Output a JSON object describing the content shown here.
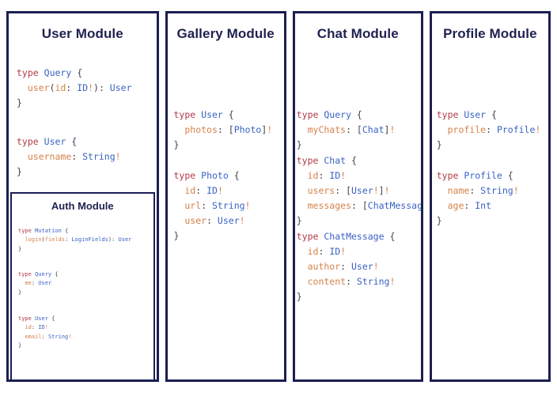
{
  "board": {
    "background": "#ffffff",
    "border_color": "#1b1f52"
  },
  "theme": {
    "heading_color": "#1f2150",
    "keyword_color": "#b23a48",
    "typename_color": "#3a62c4",
    "field_color": "#d4824a",
    "punctuation_color": "#41414c"
  },
  "panels": [
    {
      "id": "user",
      "title": "User Module",
      "blocks": [
        {
          "id": "user-query",
          "lines": [
            [
              [
                "kw",
                "type"
              ],
              [
                "pn",
                " "
              ],
              [
                "tn",
                "Query"
              ],
              [
                "pn",
                " {"
              ]
            ],
            [
              [
                "pn",
                "  "
              ],
              [
                "fld",
                "user"
              ],
              [
                "pn",
                "("
              ],
              [
                "fld",
                "id"
              ],
              [
                "pn",
                ": "
              ],
              [
                "tn",
                "ID"
              ],
              [
                "bang",
                "!"
              ],
              [
                "pn",
                "): "
              ],
              [
                "tn",
                "User"
              ]
            ],
            [
              [
                "pn",
                "}"
              ]
            ]
          ]
        },
        {
          "id": "user-type",
          "lines": [
            [
              [
                "kw",
                "type"
              ],
              [
                "pn",
                " "
              ],
              [
                "tn",
                "User"
              ],
              [
                "pn",
                " {"
              ]
            ],
            [
              [
                "pn",
                "  "
              ],
              [
                "fld",
                "username"
              ],
              [
                "pn",
                ": "
              ],
              [
                "tn",
                "String"
              ],
              [
                "bang",
                "!"
              ]
            ],
            [
              [
                "pn",
                "}"
              ]
            ]
          ]
        }
      ],
      "subpanel": {
        "id": "auth",
        "title": "Auth Module",
        "blocks": [
          {
            "id": "auth-mutation",
            "lines": [
              [
                [
                  "kw",
                  "type"
                ],
                [
                  "pn",
                  " "
                ],
                [
                  "tn",
                  "Mutation"
                ],
                [
                  "pn",
                  " {"
                ]
              ],
              [
                [
                  "pn",
                  "  "
                ],
                [
                  "fld",
                  "login"
                ],
                [
                  "pn",
                  "("
                ],
                [
                  "fld",
                  "fields"
                ],
                [
                  "pn",
                  ": "
                ],
                [
                  "tn",
                  "LoginFields"
                ],
                [
                  "pn",
                  "): "
                ],
                [
                  "tn",
                  "User"
                ]
              ],
              [
                [
                  "pn",
                  "}"
                ]
              ]
            ]
          },
          {
            "id": "auth-query",
            "lines": [
              [
                [
                  "kw",
                  "type"
                ],
                [
                  "pn",
                  " "
                ],
                [
                  "tn",
                  "Query"
                ],
                [
                  "pn",
                  " {"
                ]
              ],
              [
                [
                  "pn",
                  "  "
                ],
                [
                  "fld",
                  "me"
                ],
                [
                  "pn",
                  ": "
                ],
                [
                  "tn",
                  "User"
                ]
              ],
              [
                [
                  "pn",
                  "}"
                ]
              ]
            ]
          },
          {
            "id": "auth-user",
            "lines": [
              [
                [
                  "kw",
                  "type"
                ],
                [
                  "pn",
                  " "
                ],
                [
                  "tn",
                  "User"
                ],
                [
                  "pn",
                  " {"
                ]
              ],
              [
                [
                  "pn",
                  "  "
                ],
                [
                  "fld",
                  "id"
                ],
                [
                  "pn",
                  ": "
                ],
                [
                  "tn",
                  "ID"
                ],
                [
                  "fld",
                  "!"
                ]
              ],
              [
                [
                  "pn",
                  "  "
                ],
                [
                  "fld",
                  "email"
                ],
                [
                  "pn",
                  ": "
                ],
                [
                  "tn",
                  "String"
                ],
                [
                  "fld",
                  "!"
                ]
              ],
              [
                [
                  "pn",
                  "}"
                ]
              ]
            ]
          }
        ]
      }
    },
    {
      "id": "gallery",
      "title": "Gallery Module",
      "blocks": [
        {
          "id": "gallery-user",
          "lines": [
            [
              [
                "kw",
                "type"
              ],
              [
                "pn",
                " "
              ],
              [
                "tn",
                "User"
              ],
              [
                "pn",
                " {"
              ]
            ],
            [
              [
                "pn",
                "  "
              ],
              [
                "fld",
                "photos"
              ],
              [
                "pn",
                ": ["
              ],
              [
                "tn",
                "Photo"
              ],
              [
                "pn",
                "]"
              ],
              [
                "bang",
                "!"
              ]
            ],
            [
              [
                "pn",
                "}"
              ]
            ]
          ]
        },
        {
          "id": "gallery-photo",
          "lines": [
            [
              [
                "kw",
                "type"
              ],
              [
                "pn",
                " "
              ],
              [
                "tn",
                "Photo"
              ],
              [
                "pn",
                " {"
              ]
            ],
            [
              [
                "pn",
                "  "
              ],
              [
                "fld",
                "id"
              ],
              [
                "pn",
                ": "
              ],
              [
                "tn",
                "ID"
              ],
              [
                "bang",
                "!"
              ]
            ],
            [
              [
                "pn",
                "  "
              ],
              [
                "fld",
                "url"
              ],
              [
                "pn",
                ": "
              ],
              [
                "tn",
                "String"
              ],
              [
                "bang",
                "!"
              ]
            ],
            [
              [
                "pn",
                "  "
              ],
              [
                "fld",
                "user"
              ],
              [
                "pn",
                ": "
              ],
              [
                "tn",
                "User"
              ],
              [
                "bang",
                "!"
              ]
            ],
            [
              [
                "pn",
                "}"
              ]
            ]
          ]
        }
      ]
    },
    {
      "id": "chat",
      "title": "Chat Module",
      "blocks": [
        {
          "id": "chat-query",
          "lines": [
            [
              [
                "kw",
                "type"
              ],
              [
                "pn",
                " "
              ],
              [
                "tn",
                "Query"
              ],
              [
                "pn",
                " {"
              ]
            ],
            [
              [
                "pn",
                "  "
              ],
              [
                "fld",
                "myChats"
              ],
              [
                "pn",
                ": ["
              ],
              [
                "tn",
                "Chat"
              ],
              [
                "pn",
                "]"
              ],
              [
                "bang",
                "!"
              ]
            ],
            [
              [
                "pn",
                "}"
              ]
            ]
          ]
        },
        {
          "id": "chat-chat",
          "lines": [
            [
              [
                "kw",
                "type"
              ],
              [
                "pn",
                " "
              ],
              [
                "tn",
                "Chat"
              ],
              [
                "pn",
                " {"
              ]
            ],
            [
              [
                "pn",
                "  "
              ],
              [
                "fld",
                "id"
              ],
              [
                "pn",
                ": "
              ],
              [
                "tn",
                "ID"
              ],
              [
                "bang",
                "!"
              ]
            ],
            [
              [
                "pn",
                "  "
              ],
              [
                "fld",
                "users"
              ],
              [
                "pn",
                ": ["
              ],
              [
                "tn",
                "User"
              ],
              [
                "bang",
                "!"
              ],
              [
                "pn",
                "]"
              ],
              [
                "bang",
                "!"
              ]
            ],
            [
              [
                "pn",
                "  "
              ],
              [
                "fld",
                "messages"
              ],
              [
                "pn",
                ": ["
              ],
              [
                "tn",
                "ChatMessage"
              ],
              [
                "pn",
                "]"
              ],
              [
                "bang",
                "!"
              ]
            ],
            [
              [
                "pn",
                "}"
              ]
            ]
          ]
        },
        {
          "id": "chat-message",
          "lines": [
            [
              [
                "kw",
                "type"
              ],
              [
                "pn",
                " "
              ],
              [
                "tn",
                "ChatMessage"
              ],
              [
                "pn",
                " {"
              ]
            ],
            [
              [
                "pn",
                "  "
              ],
              [
                "fld",
                "id"
              ],
              [
                "pn",
                ": "
              ],
              [
                "tn",
                "ID"
              ],
              [
                "bang",
                "!"
              ]
            ],
            [
              [
                "pn",
                "  "
              ],
              [
                "fld",
                "author"
              ],
              [
                "pn",
                ": "
              ],
              [
                "tn",
                "User"
              ],
              [
                "bang",
                "!"
              ]
            ],
            [
              [
                "pn",
                "  "
              ],
              [
                "fld",
                "content"
              ],
              [
                "pn",
                ": "
              ],
              [
                "tn",
                "String"
              ],
              [
                "bang",
                "!"
              ]
            ],
            [
              [
                "pn",
                "}"
              ]
            ]
          ]
        }
      ]
    },
    {
      "id": "profile",
      "title": "Profile Module",
      "blocks": [
        {
          "id": "profile-user",
          "lines": [
            [
              [
                "kw",
                "type"
              ],
              [
                "pn",
                " "
              ],
              [
                "tn",
                "User"
              ],
              [
                "pn",
                " {"
              ]
            ],
            [
              [
                "pn",
                "  "
              ],
              [
                "fld",
                "profile"
              ],
              [
                "pn",
                ": "
              ],
              [
                "tn",
                "Profile"
              ],
              [
                "bang",
                "!"
              ]
            ],
            [
              [
                "pn",
                "}"
              ]
            ]
          ]
        },
        {
          "id": "profile-profile",
          "lines": [
            [
              [
                "kw",
                "type"
              ],
              [
                "pn",
                " "
              ],
              [
                "tn",
                "Profile"
              ],
              [
                "pn",
                " {"
              ]
            ],
            [
              [
                "pn",
                "  "
              ],
              [
                "fld",
                "name"
              ],
              [
                "pn",
                ": "
              ],
              [
                "tn",
                "String"
              ],
              [
                "bang",
                "!"
              ]
            ],
            [
              [
                "pn",
                "  "
              ],
              [
                "fld",
                "age"
              ],
              [
                "pn",
                ": "
              ],
              [
                "tn",
                "Int"
              ]
            ],
            [
              [
                "pn",
                "}"
              ]
            ]
          ]
        }
      ]
    }
  ]
}
